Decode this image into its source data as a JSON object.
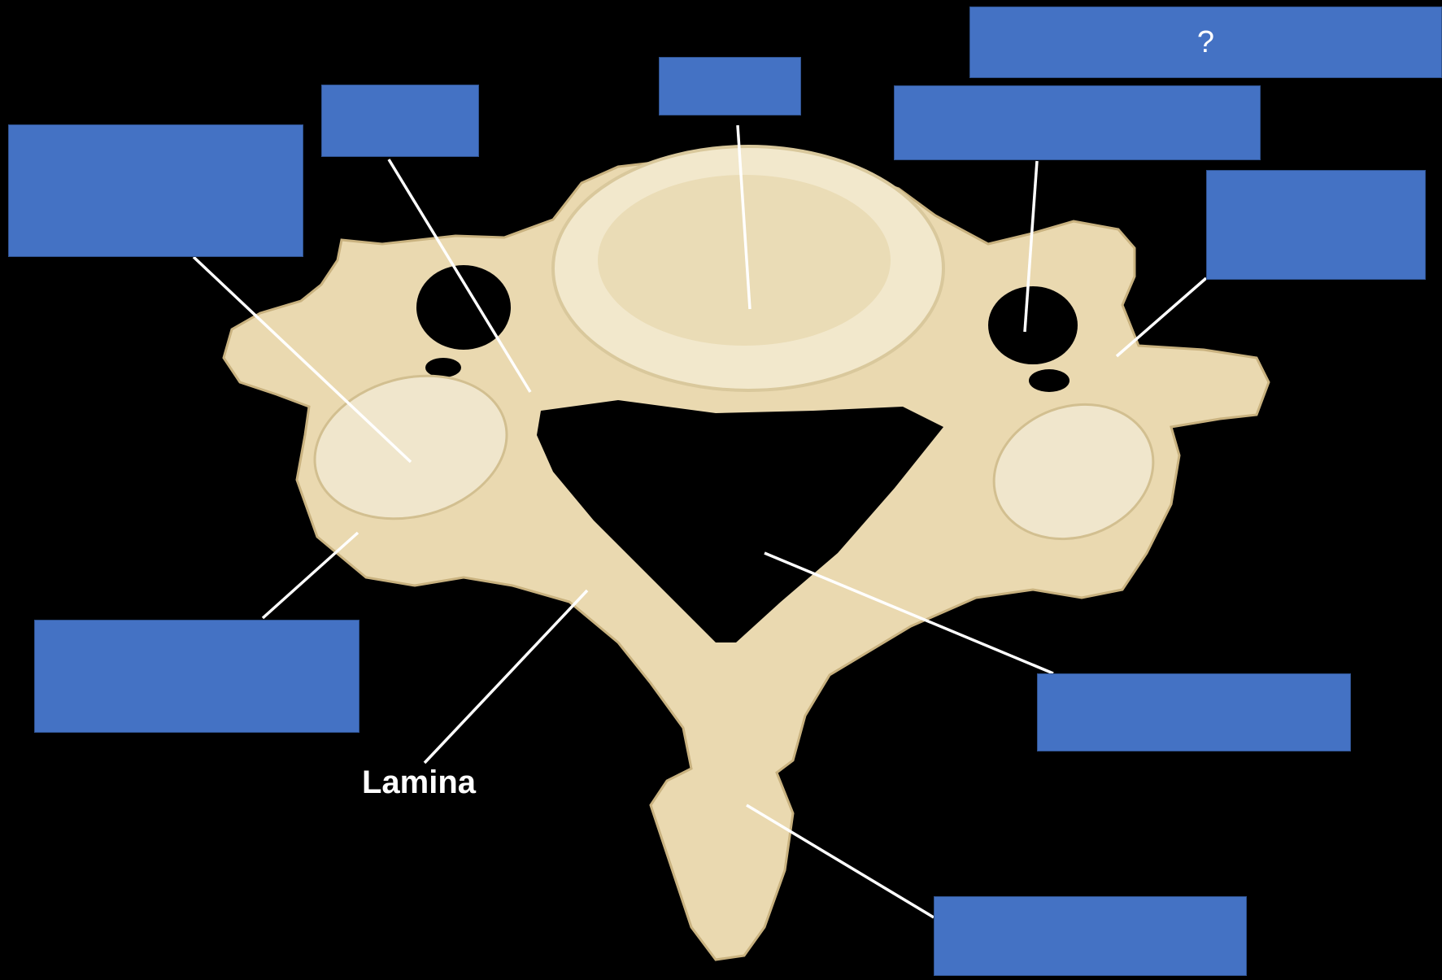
{
  "diagram": {
    "colors": {
      "background": "#000000",
      "label_box": "#4472c4",
      "leader_line": "#ffffff",
      "bone": "#ead9b0"
    },
    "visible_label": "Lamina",
    "question_mark": "?",
    "hidden_label_boxes": [
      {
        "id": "foramen-transversarium-top"
      },
      {
        "id": "body"
      },
      {
        "id": "pedicle"
      },
      {
        "id": "transverse-foramen"
      },
      {
        "id": "superior-articular-facet"
      },
      {
        "id": "transverse-process"
      },
      {
        "id": "articular-pillar"
      },
      {
        "id": "vertebral-foramen"
      },
      {
        "id": "spinous-process"
      }
    ]
  }
}
